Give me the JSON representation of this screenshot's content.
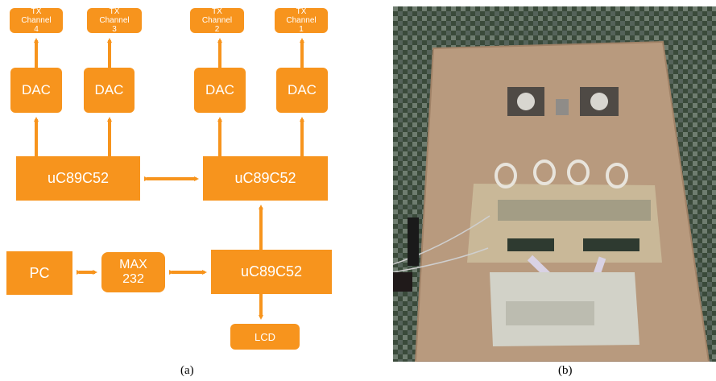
{
  "diagram": {
    "tx4": "TX Channel 4",
    "tx3": "TX Channel 3",
    "tx2": "TX Channel 2",
    "tx1": "TX Channel 1",
    "dac": "DAC",
    "uc": "uC89C52",
    "pc": "PC",
    "max_line1": "MAX",
    "max_line2": "232",
    "lcd": "LCD"
  },
  "captions": {
    "a": "(a)",
    "b": "(b)"
  },
  "colors": {
    "block": "#F7941D",
    "block_text": "#ffffff"
  }
}
